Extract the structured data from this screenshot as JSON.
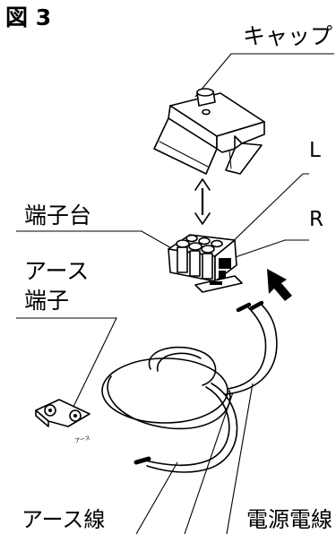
{
  "figure": {
    "label": "図 3"
  },
  "labels": {
    "cap": "キャップ",
    "l_terminal": "L",
    "r_terminal": "R",
    "terminal_block": "端子台",
    "ground_terminal_line1": "アース",
    "ground_terminal_line2": "端子",
    "ground_wire": "アース線",
    "power_cord": "電源電線"
  },
  "small_print": {
    "ground_marking": "アース"
  }
}
